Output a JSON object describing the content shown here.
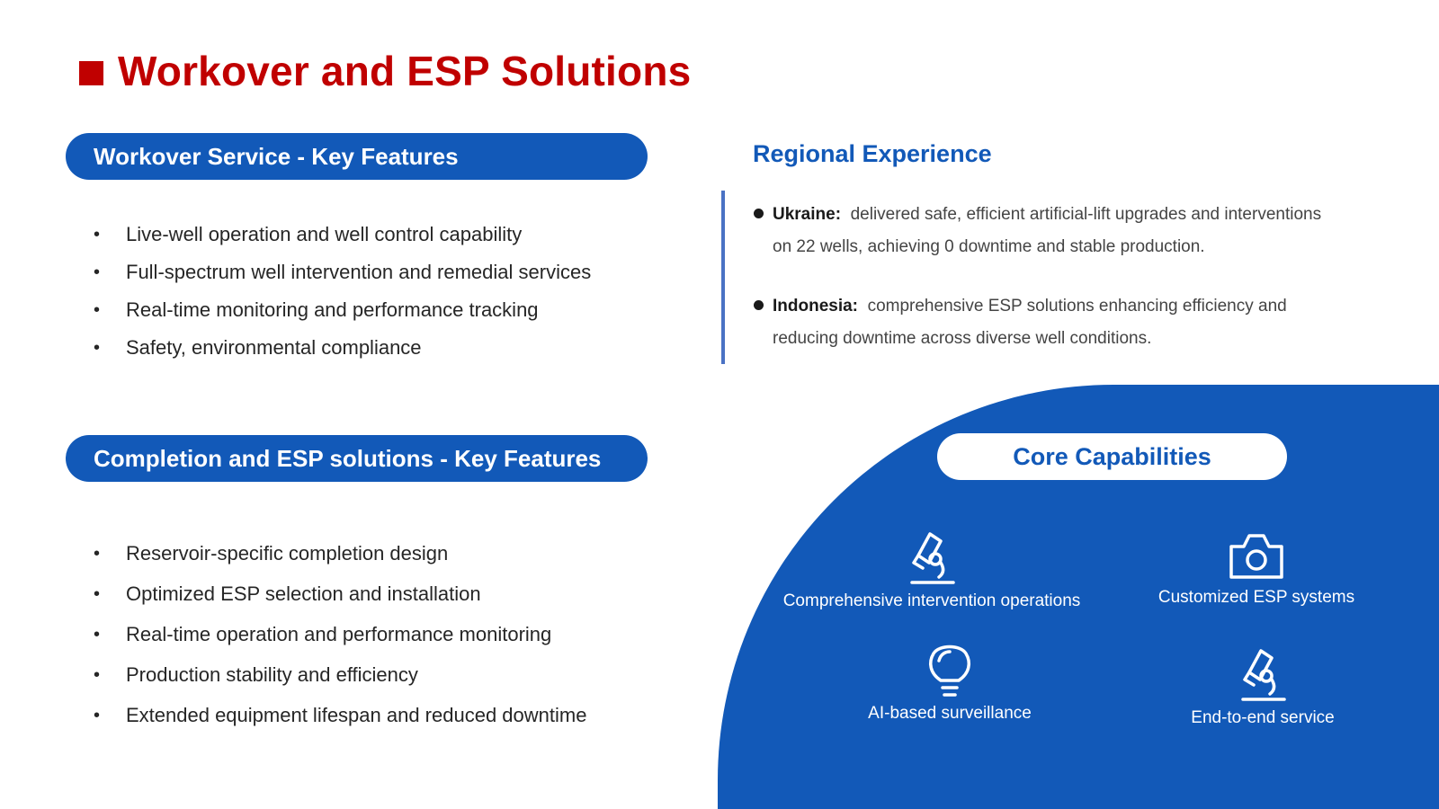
{
  "header": {
    "title": "Workover and ESP Solutions"
  },
  "workover": {
    "heading": "Workover Service - Key Features",
    "items": [
      "Live-well operation and well control capability",
      "Full-spectrum well intervention and remedial services",
      "Real-time monitoring and performance tracking",
      "Safety, environmental compliance"
    ]
  },
  "completion": {
    "heading": "Completion and ESP solutions - Key Features",
    "items": [
      "Reservoir-specific completion design",
      "Optimized ESP selection and installation",
      "Real-time operation and performance monitoring",
      "Production stability and efficiency",
      "Extended equipment lifespan and reduced downtime"
    ]
  },
  "regional": {
    "title": "Regional Experience",
    "items": [
      {
        "label": "Ukraine:",
        "text": "delivered safe, efficient artificial-lift upgrades and interventions",
        "cont": "on 22 wells, achieving 0 downtime and stable production."
      },
      {
        "label": "Indonesia:",
        "text": "comprehensive ESP solutions enhancing efficiency and",
        "cont": "reducing downtime across diverse well conditions."
      }
    ]
  },
  "core": {
    "title": "Core Capabilities",
    "items": [
      {
        "label": "Comprehensive intervention operations",
        "icon": "microscope-icon"
      },
      {
        "label": "Customized ESP systems",
        "icon": "camera-icon"
      },
      {
        "label": "AI-based surveillance",
        "icon": "lightbulb-icon"
      },
      {
        "label": "End-to-end service",
        "icon": "microscope-icon"
      }
    ]
  },
  "colors": {
    "accent_red": "#c00000",
    "brand_blue": "#1259b8"
  }
}
